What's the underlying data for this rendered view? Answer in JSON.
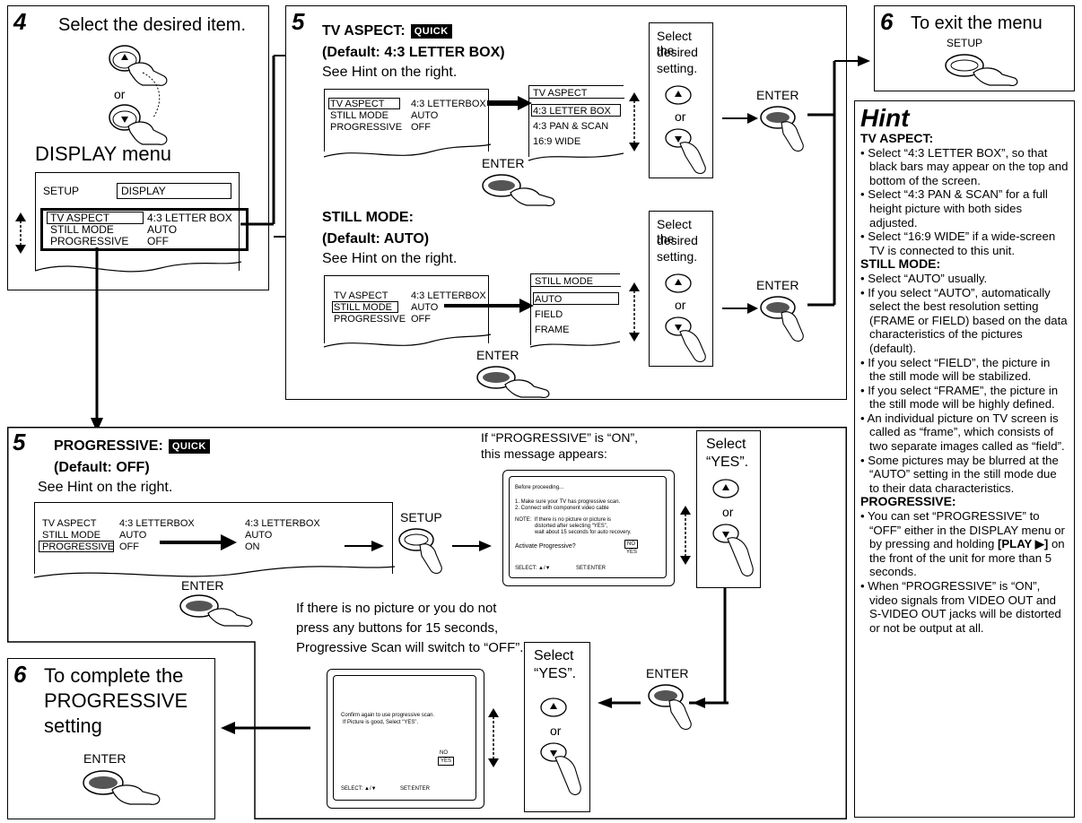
{
  "step4": {
    "num": "4",
    "title": "Select the desired item.",
    "or": "or",
    "menu_title": "DISPLAY menu",
    "setup_label": "SETUP",
    "display_label": "DISPLAY",
    "rows": [
      {
        "label": "TV ASPECT",
        "value": "4:3 LETTER BOX"
      },
      {
        "label": "STILL MODE",
        "value": "AUTO"
      },
      {
        "label": "PROGRESSIVE",
        "value": "OFF"
      }
    ]
  },
  "step5_top": {
    "num": "5",
    "tv_aspect": {
      "heading": "TV ASPECT:",
      "quick": "QUICK",
      "default": "(Default: 4:3 LETTER BOX)",
      "see_hint": "See Hint on the right.",
      "menu_rows": [
        {
          "label": "TV ASPECT",
          "value": "4:3 LETTERBOX"
        },
        {
          "label": "STILL MODE",
          "value": "AUTO"
        },
        {
          "label": "PROGRESSIVE",
          "value": "OFF"
        }
      ],
      "options_title": "TV ASPECT",
      "options": [
        "4:3 LETTER BOX",
        "4:3 PAN & SCAN",
        "16:9 WIDE"
      ],
      "enter": "ENTER"
    },
    "still_mode": {
      "heading": "STILL MODE:",
      "default": "(Default: AUTO)",
      "see_hint": "See Hint on the right.",
      "menu_rows": [
        {
          "label": "TV ASPECT",
          "value": "4:3 LETTERBOX"
        },
        {
          "label": "STILL MODE",
          "value": "AUTO"
        },
        {
          "label": "PROGRESSIVE",
          "value": "OFF"
        }
      ],
      "options_title": "STILL MODE",
      "options": [
        "AUTO",
        "FIELD",
        "FRAME"
      ],
      "enter": "ENTER"
    },
    "select_box": {
      "line1": "Select the",
      "line2": "desired",
      "line3": "setting.",
      "or": "or"
    },
    "enter_right": "ENTER"
  },
  "step6_exit": {
    "num": "6",
    "title": "To exit the menu",
    "setup": "SETUP"
  },
  "step5_prog": {
    "num": "5",
    "heading": "PROGRESSIVE:",
    "quick": "QUICK",
    "default": "(Default: OFF)",
    "see_hint": "See Hint on the right.",
    "menu_rows": [
      {
        "label": "TV ASPECT",
        "value": "4:3 LETTERBOX"
      },
      {
        "label": "STILL MODE",
        "value": "AUTO"
      },
      {
        "label": "PROGRESSIVE",
        "value": "OFF"
      }
    ],
    "options": [
      "4:3 LETTERBOX",
      "AUTO",
      "ON"
    ],
    "enter": "ENTER",
    "setup": "SETUP",
    "msg_intro_1": "If “PROGRESSIVE” is “ON”,",
    "msg_intro_2": "this message appears:",
    "tv1": {
      "l1": "Before proceeding...",
      "l2": "1. Make sure your TV has progressive scan.",
      "l3": "2. Connect with component video cable",
      "l4": "NOTE:  If there is no picture or picture is",
      "l5": "distorted after selecting “YES”,",
      "l6": "wait about 15 seconds for auto recovery.",
      "l7": "Activate Progressive?",
      "no": "NO",
      "yes": "YES",
      "select": "SELECT: ▲/▼",
      "set": "SET:ENTER"
    },
    "select_yes_1": "Select",
    "select_yes_2": "“YES”.",
    "or": "or",
    "note_1": "If there is no picture or you do not",
    "note_2": "press any buttons for 15 seconds,",
    "note_3": "Progressive Scan will switch to “OFF”.",
    "tv2": {
      "l1": "Confirm again to use progressive scan.",
      "l2": "If Picture is good, Select “YES”.",
      "no": "NO",
      "yes": "YES",
      "select": "SELECT: ▲/▼",
      "set": "SET:ENTER"
    },
    "enter2": "ENTER"
  },
  "step6_complete": {
    "num": "6",
    "line1": "To complete the",
    "line2": "PROGRESSIVE",
    "line3": "setting",
    "enter": "ENTER"
  },
  "hint": {
    "title": "Hint",
    "tv_aspect_h": "TV ASPECT:",
    "tv_aspect_1": "• Select “4:3 LETTER BOX”, so that black bars may appear on the top and bottom of the screen.",
    "tv_aspect_2": "• Select “4:3 PAN & SCAN” for a full height picture with both sides adjusted.",
    "tv_aspect_3": "• Select “16:9 WIDE” if a wide-screen TV is connected to this unit.",
    "still_h": "STILL MODE:",
    "still_1": "• Select “AUTO” usually.",
    "still_2": "• If you select “AUTO”, automatically select the best resolution setting (FRAME or FIELD) based on the data characteristics of the pictures (default).",
    "still_3": "• If you select “FIELD”, the picture in the still mode will be stabilized.",
    "still_4": "• If you select “FRAME”, the picture in the still mode will be highly defined.",
    "still_5": "• An individual picture on TV screen is called as “frame”, which consists of two separate images called as “field”.",
    "still_6": "• Some pictures may be blurred at the “AUTO” setting in the still mode due to their data characteristics.",
    "prog_h": "PROGRESSIVE:",
    "prog_1a": "• You can set “PROGRESSIVE” to “OFF” either in the DISPLAY menu or by pressing and holding ",
    "prog_1b": "[PLAY ▶]",
    "prog_1c": " on the front of the unit for more than 5 seconds.",
    "prog_2": "• When “PROGRESSIVE” is “ON”, video signals from VIDEO OUT and S-VIDEO OUT jacks will be distorted or not be output at all."
  }
}
